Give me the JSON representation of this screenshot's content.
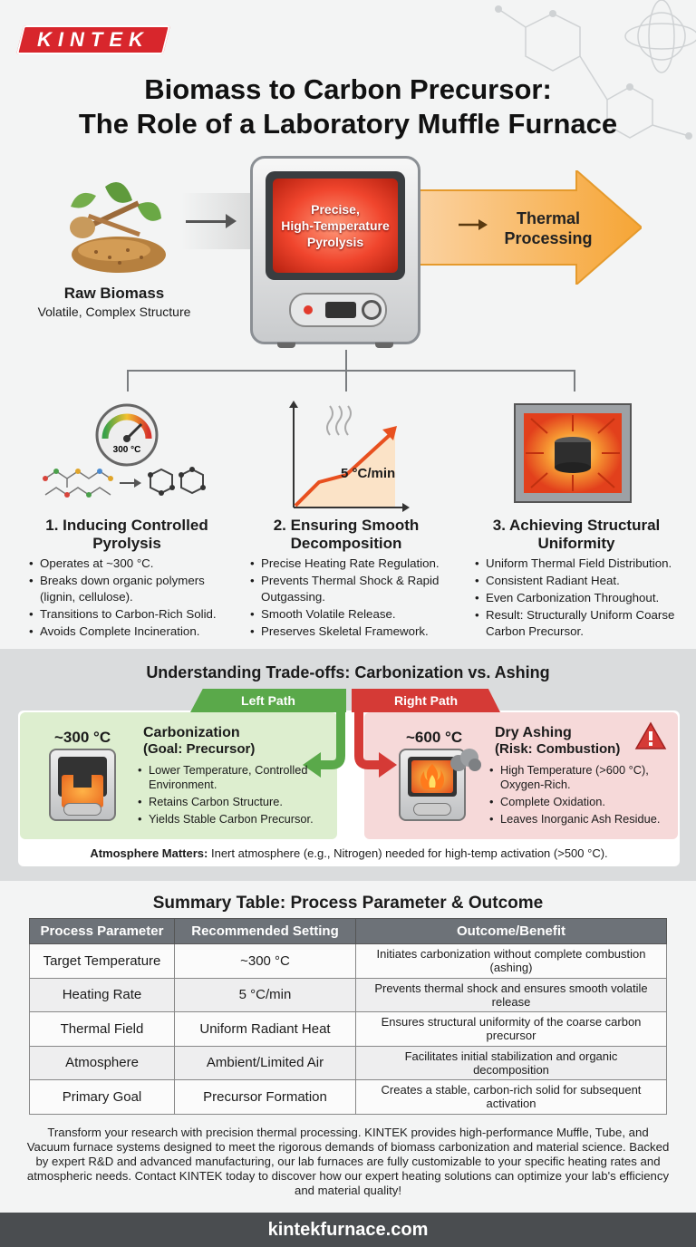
{
  "brand": {
    "logo_text": "KINTEK",
    "website": "kintekfurnace.com"
  },
  "title": {
    "line1": "Biomass to Carbon Precursor:",
    "line2": "The Role of a Laboratory Muffle Furnace"
  },
  "overview": {
    "raw_title": "Raw Biomass",
    "raw_subtitle": "Volatile, Complex Structure",
    "furnace_line1": "Precise,",
    "furnace_line2": "High-Temperature",
    "furnace_line3": "Pyrolysis",
    "thermal_line1": "Thermal",
    "thermal_line2": "Processing"
  },
  "steps": [
    {
      "title_line1": "1. Inducing Controlled",
      "title_line2": "Pyrolysis",
      "gauge_label": "300 °C",
      "bullets": [
        "Operates at ~300 °C.",
        "Breaks down organic polymers (lignin, cellulose).",
        "Transitions to Carbon-Rich Solid.",
        "Avoids Complete Incineration."
      ]
    },
    {
      "title_line1": "2. Ensuring Smooth",
      "title_line2": "Decomposition",
      "rate_label": "5 °C/min",
      "bullets": [
        "Precise Heating Rate Regulation.",
        "Prevents Thermal Shock & Rapid Outgassing.",
        "Smooth Volatile Release.",
        "Preserves Skeletal Framework."
      ]
    },
    {
      "title_line1": "3. Achieving Structural",
      "title_line2": "Uniformity",
      "bullets": [
        "Uniform Thermal Field Distribution.",
        "Consistent Radiant Heat.",
        "Even Carbonization Throughout.",
        "Result: Structurally Uniform Coarse Carbon Precursor."
      ]
    }
  ],
  "tradeoffs": {
    "title": "Understanding Trade-offs: Carbonization vs. Ashing",
    "left": {
      "tab": "Left Path",
      "temp": "~300 °C",
      "title": "Carbonization",
      "subtitle": "(Goal: Precursor)",
      "bullets": [
        "Lower Temperature, Controlled Environment.",
        "Retains Carbon Structure.",
        "Yields Stable Carbon Precursor."
      ]
    },
    "right": {
      "tab": "Right Path",
      "temp": "~600 °C",
      "title": "Dry Ashing",
      "subtitle": "(Risk: Combustion)",
      "bullets": [
        "High Temperature (>600 °C), Oxygen-Rich.",
        "Complete Oxidation.",
        "Leaves Inorganic Ash Residue."
      ]
    },
    "atmosphere_bold": "Atmosphere Matters:",
    "atmosphere_text": " Inert atmosphere (e.g., Nitrogen) needed for high-temp activation (>500 °C)."
  },
  "table": {
    "title": "Summary Table: Process Parameter & Outcome",
    "headers": [
      "Process Parameter",
      "Recommended Setting",
      "Outcome/Benefit"
    ],
    "rows": [
      [
        "Target Temperature",
        "~300 °C",
        "Initiates carbonization without complete combustion (ashing)"
      ],
      [
        "Heating Rate",
        "5 °C/min",
        "Prevents thermal shock and ensures smooth volatile release"
      ],
      [
        "Thermal Field",
        "Uniform Radiant Heat",
        "Ensures structural uniformity of the coarse carbon precursor"
      ],
      [
        "Atmosphere",
        "Ambient/Limited Air",
        "Facilitates initial stabilization and organic decomposition"
      ],
      [
        "Primary Goal",
        "Precursor Formation",
        "Creates a stable, carbon-rich solid for subsequent activation"
      ]
    ]
  },
  "promo": "Transform your research with precision thermal processing. KINTEK provides high-performance Muffle, Tube, and Vacuum furnace systems designed to meet the rigorous demands of biomass carbonization and material science. Backed by expert R&D and advanced manufacturing, our lab furnaces are fully customizable to your specific heating rates and atmospheric needs. Contact KINTEK today to discover how our expert heating solutions can optimize your lab's efficiency and material quality!",
  "colors": {
    "brand_red": "#d8262c",
    "green": "#5aa94a",
    "red": "#d53a36",
    "orange": "#f7a43a",
    "footer": "#4a4d50"
  }
}
